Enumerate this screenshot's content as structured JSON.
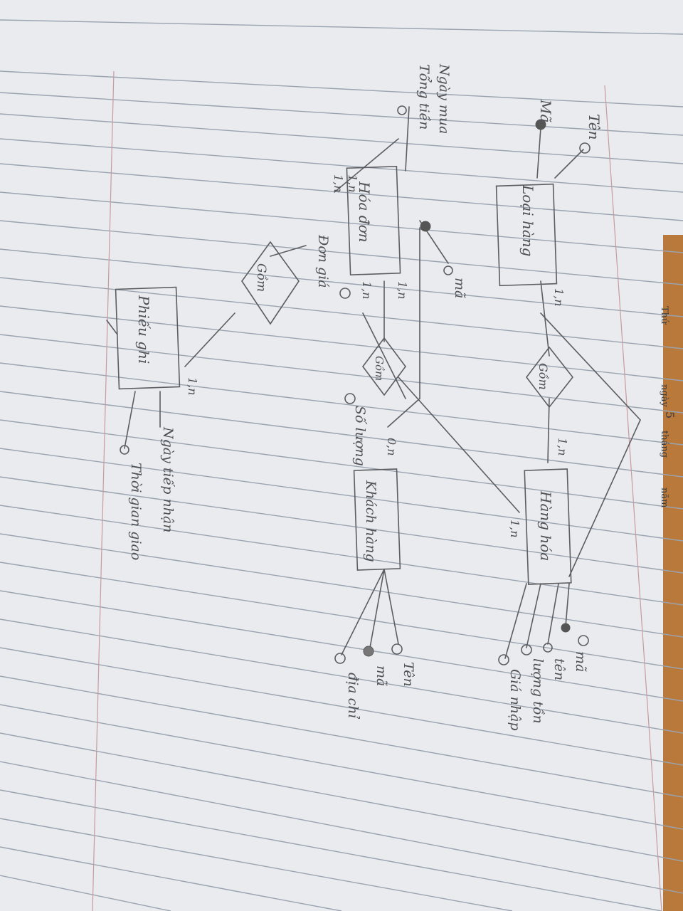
{
  "header": {
    "thu_label": "Thứ",
    "ngay_label": "ngày",
    "ngay_value": "5",
    "thang_label": "tháng",
    "nam_label": "năm"
  },
  "entities": [
    {
      "id": "loai-hang",
      "label": "Loại hàng"
    },
    {
      "id": "hang-hoa",
      "label": "Hàng hóa"
    },
    {
      "id": "hoa-don",
      "label": "Hóa đơn"
    },
    {
      "id": "khach-hang",
      "label": "Khách hàng"
    },
    {
      "id": "phieu-ghi",
      "label": "Phiếu ghi"
    }
  ],
  "relationships": [
    {
      "id": "gom-top",
      "label": "Gồm"
    },
    {
      "id": "gom-mid",
      "label": "Gồm"
    },
    {
      "id": "gom-left",
      "label": "Gồm"
    }
  ],
  "attributes": {
    "loai_hang_ma": "Mã",
    "loai_hang_ten": "Tên",
    "hang_hoa_ma": "mã",
    "hang_hoa_ten": "tên",
    "hang_hoa_luong_ton": "lượng tồn",
    "hang_hoa_gia_nhap": "Giá nhập",
    "hoa_don_ma": "mã",
    "hoa_don_ngay_mua": "Ngày mua",
    "hoa_don_tong_tien": "Tổng tiền",
    "gom_so_luong": "Số lượng",
    "gom_don_gia": "Đơn giá",
    "khach_hang_ten": "Tên",
    "khach_hang_ma": "mã",
    "khach_hang_dia_chi": "địa chỉ",
    "phieu_ghi_ngay": "Ngày tiếp nhận",
    "phieu_ghi_thoi_gian": "Thời gian giao"
  },
  "cardinalities": {
    "c1": "1,n",
    "c2": "1,n",
    "c3": "1,n",
    "c4": "1,n",
    "c5": "1,n",
    "c6": "1,n",
    "c7": "0,n",
    "c8": "1,n",
    "c9": "1,n"
  }
}
